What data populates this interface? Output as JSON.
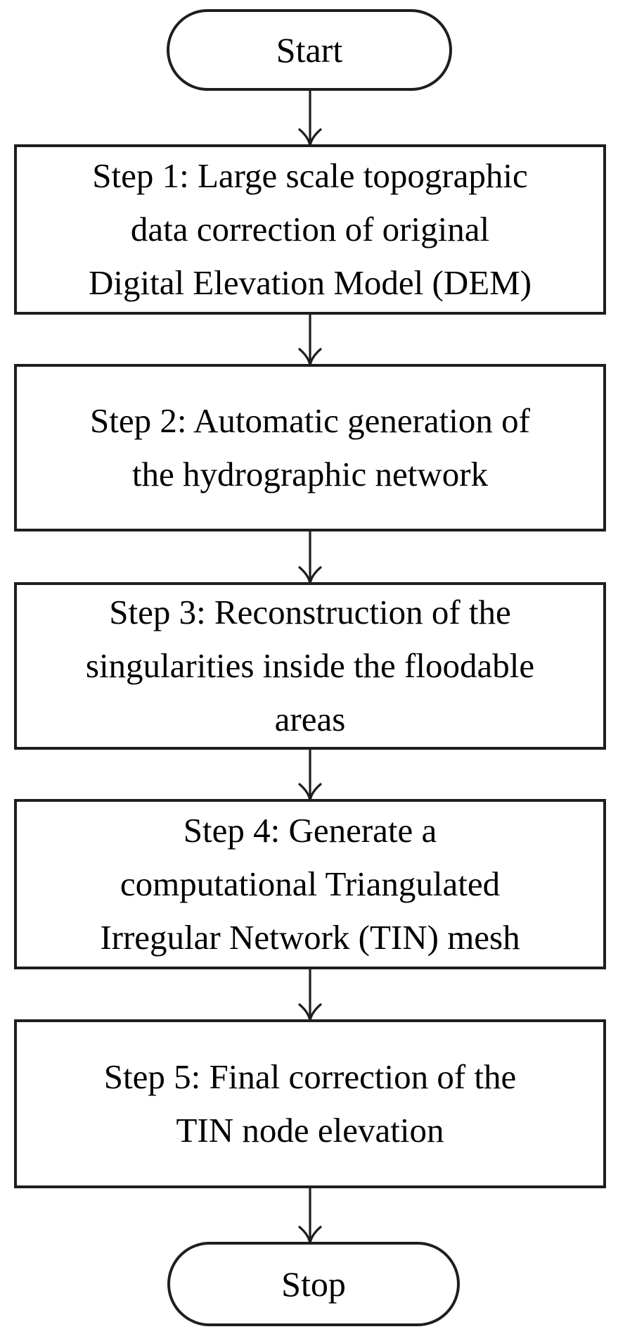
{
  "colors": {
    "stroke": "#1e1e1e",
    "background": "#ffffff",
    "text": "#000000"
  },
  "flowchart": {
    "nodes": [
      {
        "id": "start",
        "type": "terminator",
        "label": "Start"
      },
      {
        "id": "step-1",
        "type": "process",
        "label": "Step 1: Large scale topographic\ndata correction of original\nDigital Elevation Model (DEM)"
      },
      {
        "id": "step-2",
        "type": "process",
        "label": "Step 2: Automatic generation of\nthe hydrographic network"
      },
      {
        "id": "step-3",
        "type": "process",
        "label": "Step 3: Reconstruction of the\nsingularities inside the floodable\nareas"
      },
      {
        "id": "step-4",
        "type": "process",
        "label": "Step 4: Generate a\ncomputational Triangulated\nIrregular Network (TIN) mesh"
      },
      {
        "id": "step-5",
        "type": "process",
        "label": "Step 5: Final correction of the\nTIN node elevation"
      },
      {
        "id": "stop",
        "type": "terminator",
        "label": "Stop"
      }
    ],
    "edges": [
      {
        "from": "start",
        "to": "step-1"
      },
      {
        "from": "step-1",
        "to": "step-2"
      },
      {
        "from": "step-2",
        "to": "step-3"
      },
      {
        "from": "step-3",
        "to": "step-4"
      },
      {
        "from": "step-4",
        "to": "step-5"
      },
      {
        "from": "step-5",
        "to": "stop"
      }
    ]
  }
}
